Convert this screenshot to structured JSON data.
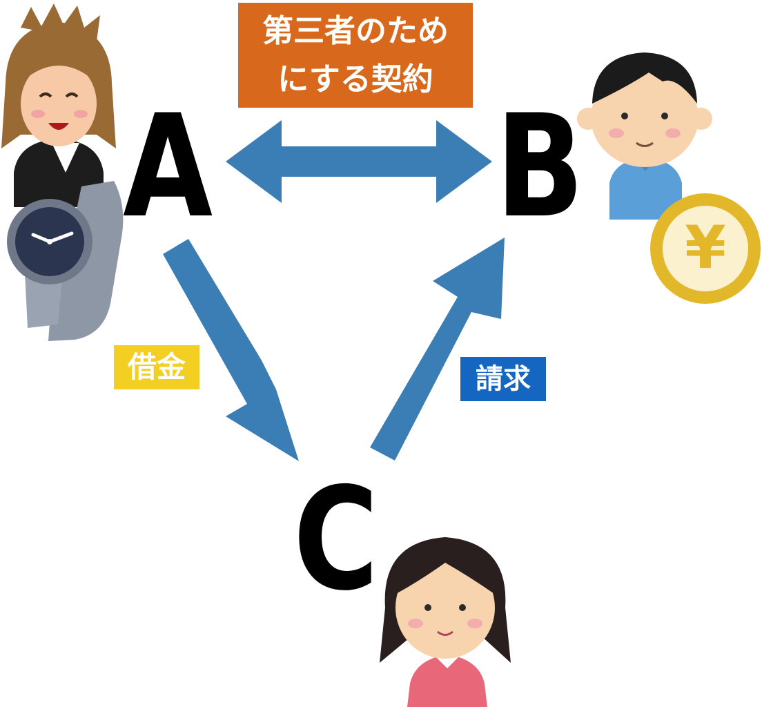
{
  "contract_label": {
    "line1": "第三者のため",
    "line2": "にする契約"
  },
  "loan_label": "借金",
  "claim_label": "請求",
  "parties": {
    "a": "A",
    "b": "B",
    "c": "C"
  },
  "colors": {
    "arrow": "#3b7db5",
    "contract_box": "#d8681c",
    "loan_box": "#f2cf22",
    "claim_box": "#1466c0",
    "coin": "#e2b82a",
    "coin_symbol": "¥"
  },
  "icons": [
    "person-a-icon",
    "wristwatch-icon",
    "person-b-icon",
    "yen-coin-icon",
    "person-c-icon"
  ]
}
